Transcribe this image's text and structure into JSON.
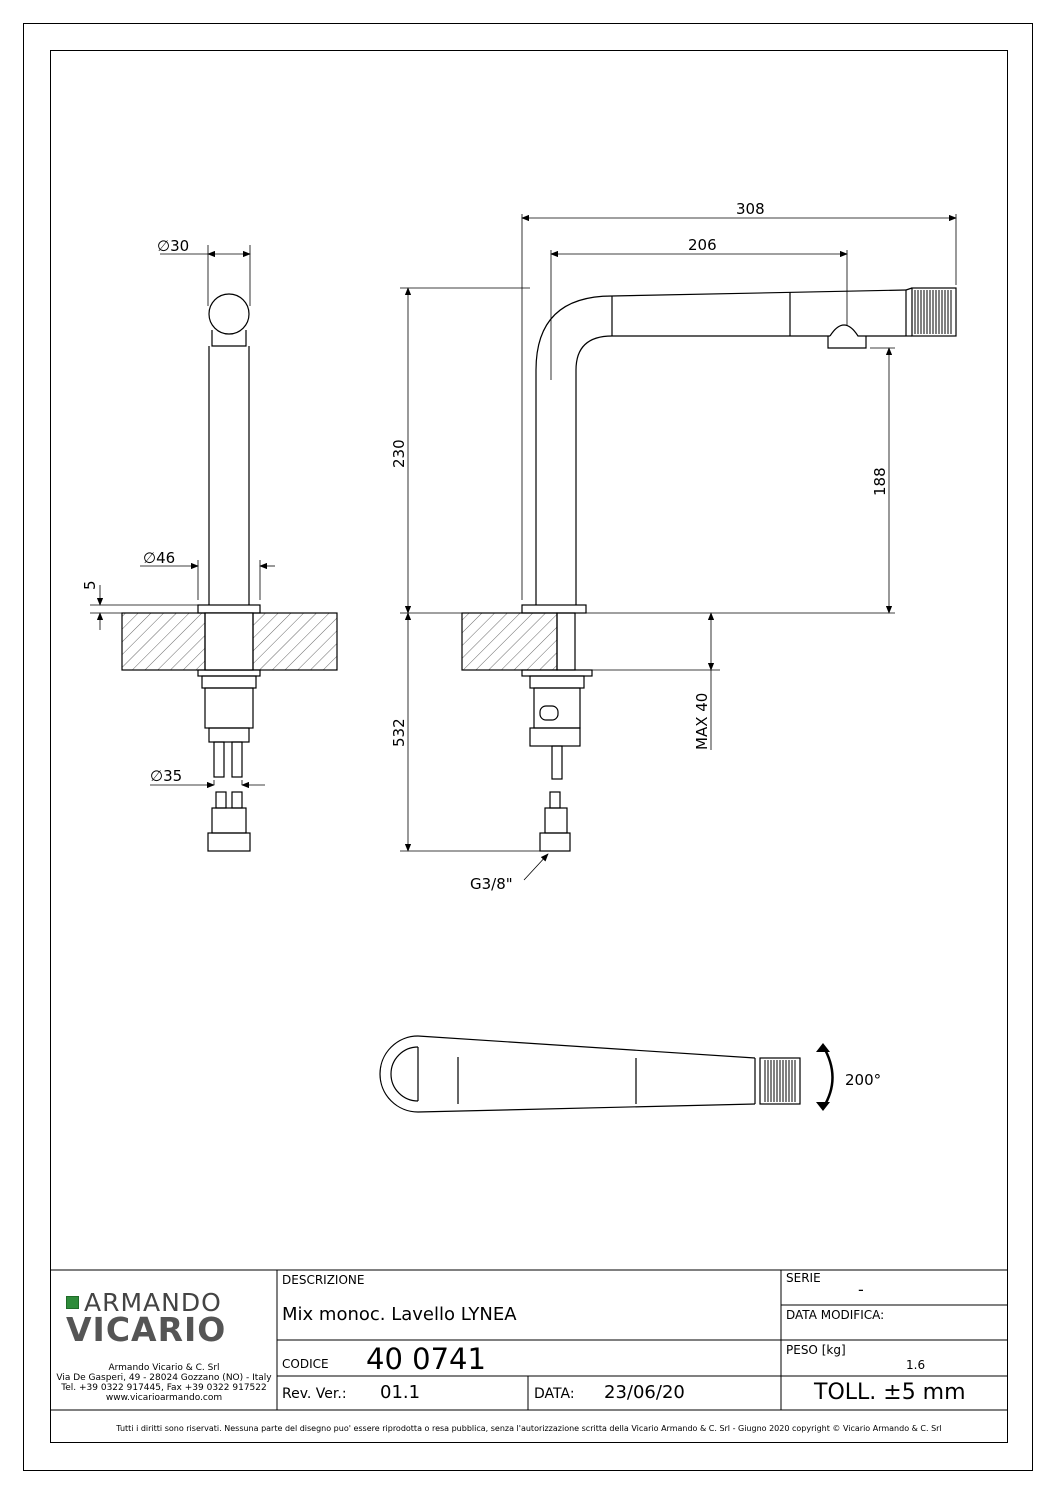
{
  "dimensions": {
    "side_diameter_top": "30",
    "side_diameter_base": "46",
    "side_diameter_bottom": "35",
    "side_thickness": "5",
    "width_overall": "308",
    "width_spout": "206",
    "height_total": "230",
    "height_spout": "188",
    "depth_below": "532",
    "max_thickness": "MAX 40",
    "thread": "G3/8\"",
    "rotation": "200°"
  },
  "title_block": {
    "logo_top": "ARMANDO",
    "logo_bottom": "VICARIO",
    "company_lines": [
      "Armando Vicario & C. Srl",
      "Via De Gasperi, 49 - 28024 Gozzano (NO) - Italy",
      "Tel. +39 0322 917445, Fax +39 0322 917522",
      "www.vicarioarmando.com"
    ],
    "descrizione_label": "DESCRIZIONE",
    "descrizione_value": "Mix monoc. Lavello LYNEA",
    "codice_label": "CODICE",
    "codice_value": "40 0741",
    "rev_label": "Rev. Ver.:",
    "rev_value": "01.1",
    "data_label": "DATA:",
    "data_value": "23/06/20",
    "serie_label": "SERIE",
    "serie_value": "-",
    "data_modifica_label": "DATA MODIFICA:",
    "peso_label": "PESO [kg]",
    "peso_value": "1.6",
    "toll": "TOLL. ±5 mm"
  },
  "footer": "Tutti i diritti sono riservati. Nessuna parte del disegno puo' essere riprodotta o resa pubblica, senza l'autorizzazione scritta della Vicario Armando & C. Srl - Giugno 2020 copyright © Vicario Armando & C. Srl"
}
